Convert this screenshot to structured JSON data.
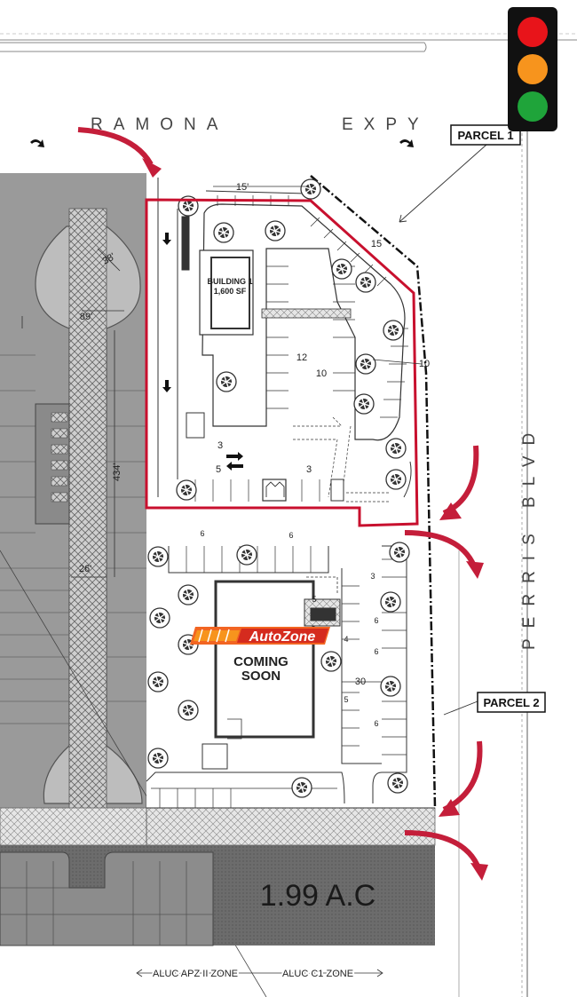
{
  "streets": {
    "north_word1": "RAMONA",
    "north_word2": "EXPY",
    "east": "PERRIS BLVD"
  },
  "parcels": {
    "parcel1": "PARCEL 1",
    "parcel2": "PARCEL 2"
  },
  "building1": {
    "name": "BUILDING 1",
    "area": "1,600 SF"
  },
  "tenant": {
    "brand": "AutoZone",
    "status_line1": "COMING",
    "status_line2": "SOON"
  },
  "acreage": "1.99 A.C",
  "zones": {
    "west": "ALUC APZ II ZONE",
    "east": "ALUC C1 ZONE"
  },
  "dimensions": {
    "d15_top": "15'",
    "d15_diag": "15",
    "d10": "10",
    "d38": "38'",
    "d89": "89'",
    "d434": "434'",
    "d26": "26'",
    "d30": "30"
  },
  "parking_counts": {
    "p12": "12",
    "p10": "10",
    "p3a": "3",
    "p5a": "5",
    "p3b": "3",
    "p6a": "6",
    "p6b": "6",
    "p3c": "3",
    "p4": "4",
    "p6c": "6",
    "p6d": "6",
    "p5b": "5",
    "p6e": "6",
    "p5c": "5"
  },
  "icons": {
    "traffic_light": "traffic-light-icon",
    "arrow": "access-arrow-icon"
  },
  "colors": {
    "boundary_red": "#c8102e",
    "arrow_red": "#c41e3a",
    "gray_zone": "#9a9a9a",
    "dark_zone": "#6f6f6f",
    "autozone_orange": "#f26522",
    "autozone_red": "#d52b1e"
  }
}
